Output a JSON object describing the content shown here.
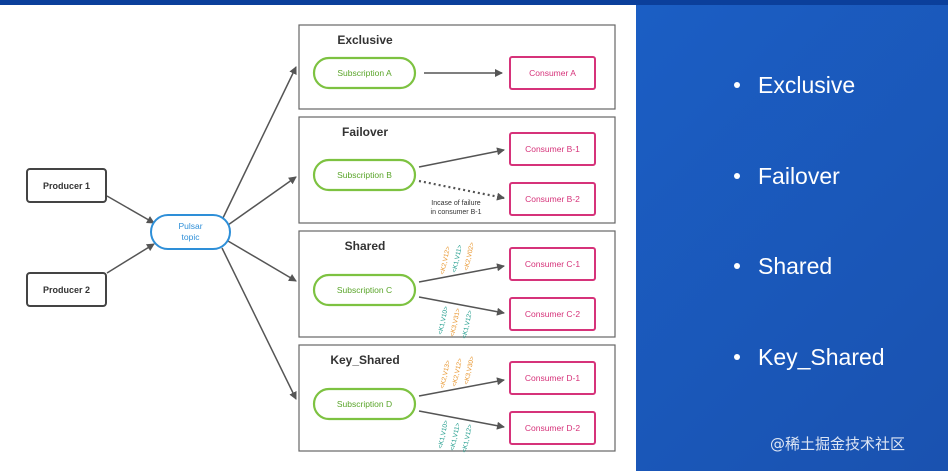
{
  "diagram": {
    "producers": [
      "Producer 1",
      "Producer 2"
    ],
    "topic": [
      "Pulsar",
      "topic"
    ],
    "sections": [
      {
        "title": "Exclusive",
        "subscription": "Subscription A",
        "consumers": [
          "Consumer A"
        ]
      },
      {
        "title": "Failover",
        "subscription": "Subscription B",
        "consumers": [
          "Consumer B-1",
          "Consumer B-2"
        ],
        "note": [
          "Incase of failure",
          "in consumer B-1"
        ]
      },
      {
        "title": "Shared",
        "subscription": "Subscription C",
        "consumers": [
          "Consumer C-1",
          "Consumer C-2"
        ]
      },
      {
        "title": "Key_Shared",
        "subscription": "Subscription D",
        "consumers": [
          "Consumer D-1",
          "Consumer D-2"
        ]
      }
    ],
    "messages": {
      "shared_c1": [
        "<K2,V12>",
        "<K1,V11>",
        "<K2,V02>"
      ],
      "shared_c2": [
        "<K1,V10>",
        "<K3,V31>",
        "<K1,V12>"
      ],
      "key_d1": [
        "<K2,V13>",
        "<K2,V12>",
        "<K3,V30>"
      ],
      "key_d2": [
        "<K1,V10>",
        "<K1,V11>",
        "<K1,V12>"
      ]
    }
  },
  "bullets": [
    "Exclusive",
    "Failover",
    "Shared",
    "Key_Shared"
  ],
  "watermark": "@稀土掘金技术社区",
  "colors": {
    "green": "#7dc241",
    "pink": "#d6337a",
    "blue": "#2e8fd8",
    "orange": "#e8952c",
    "teal": "#1f9c8c"
  }
}
